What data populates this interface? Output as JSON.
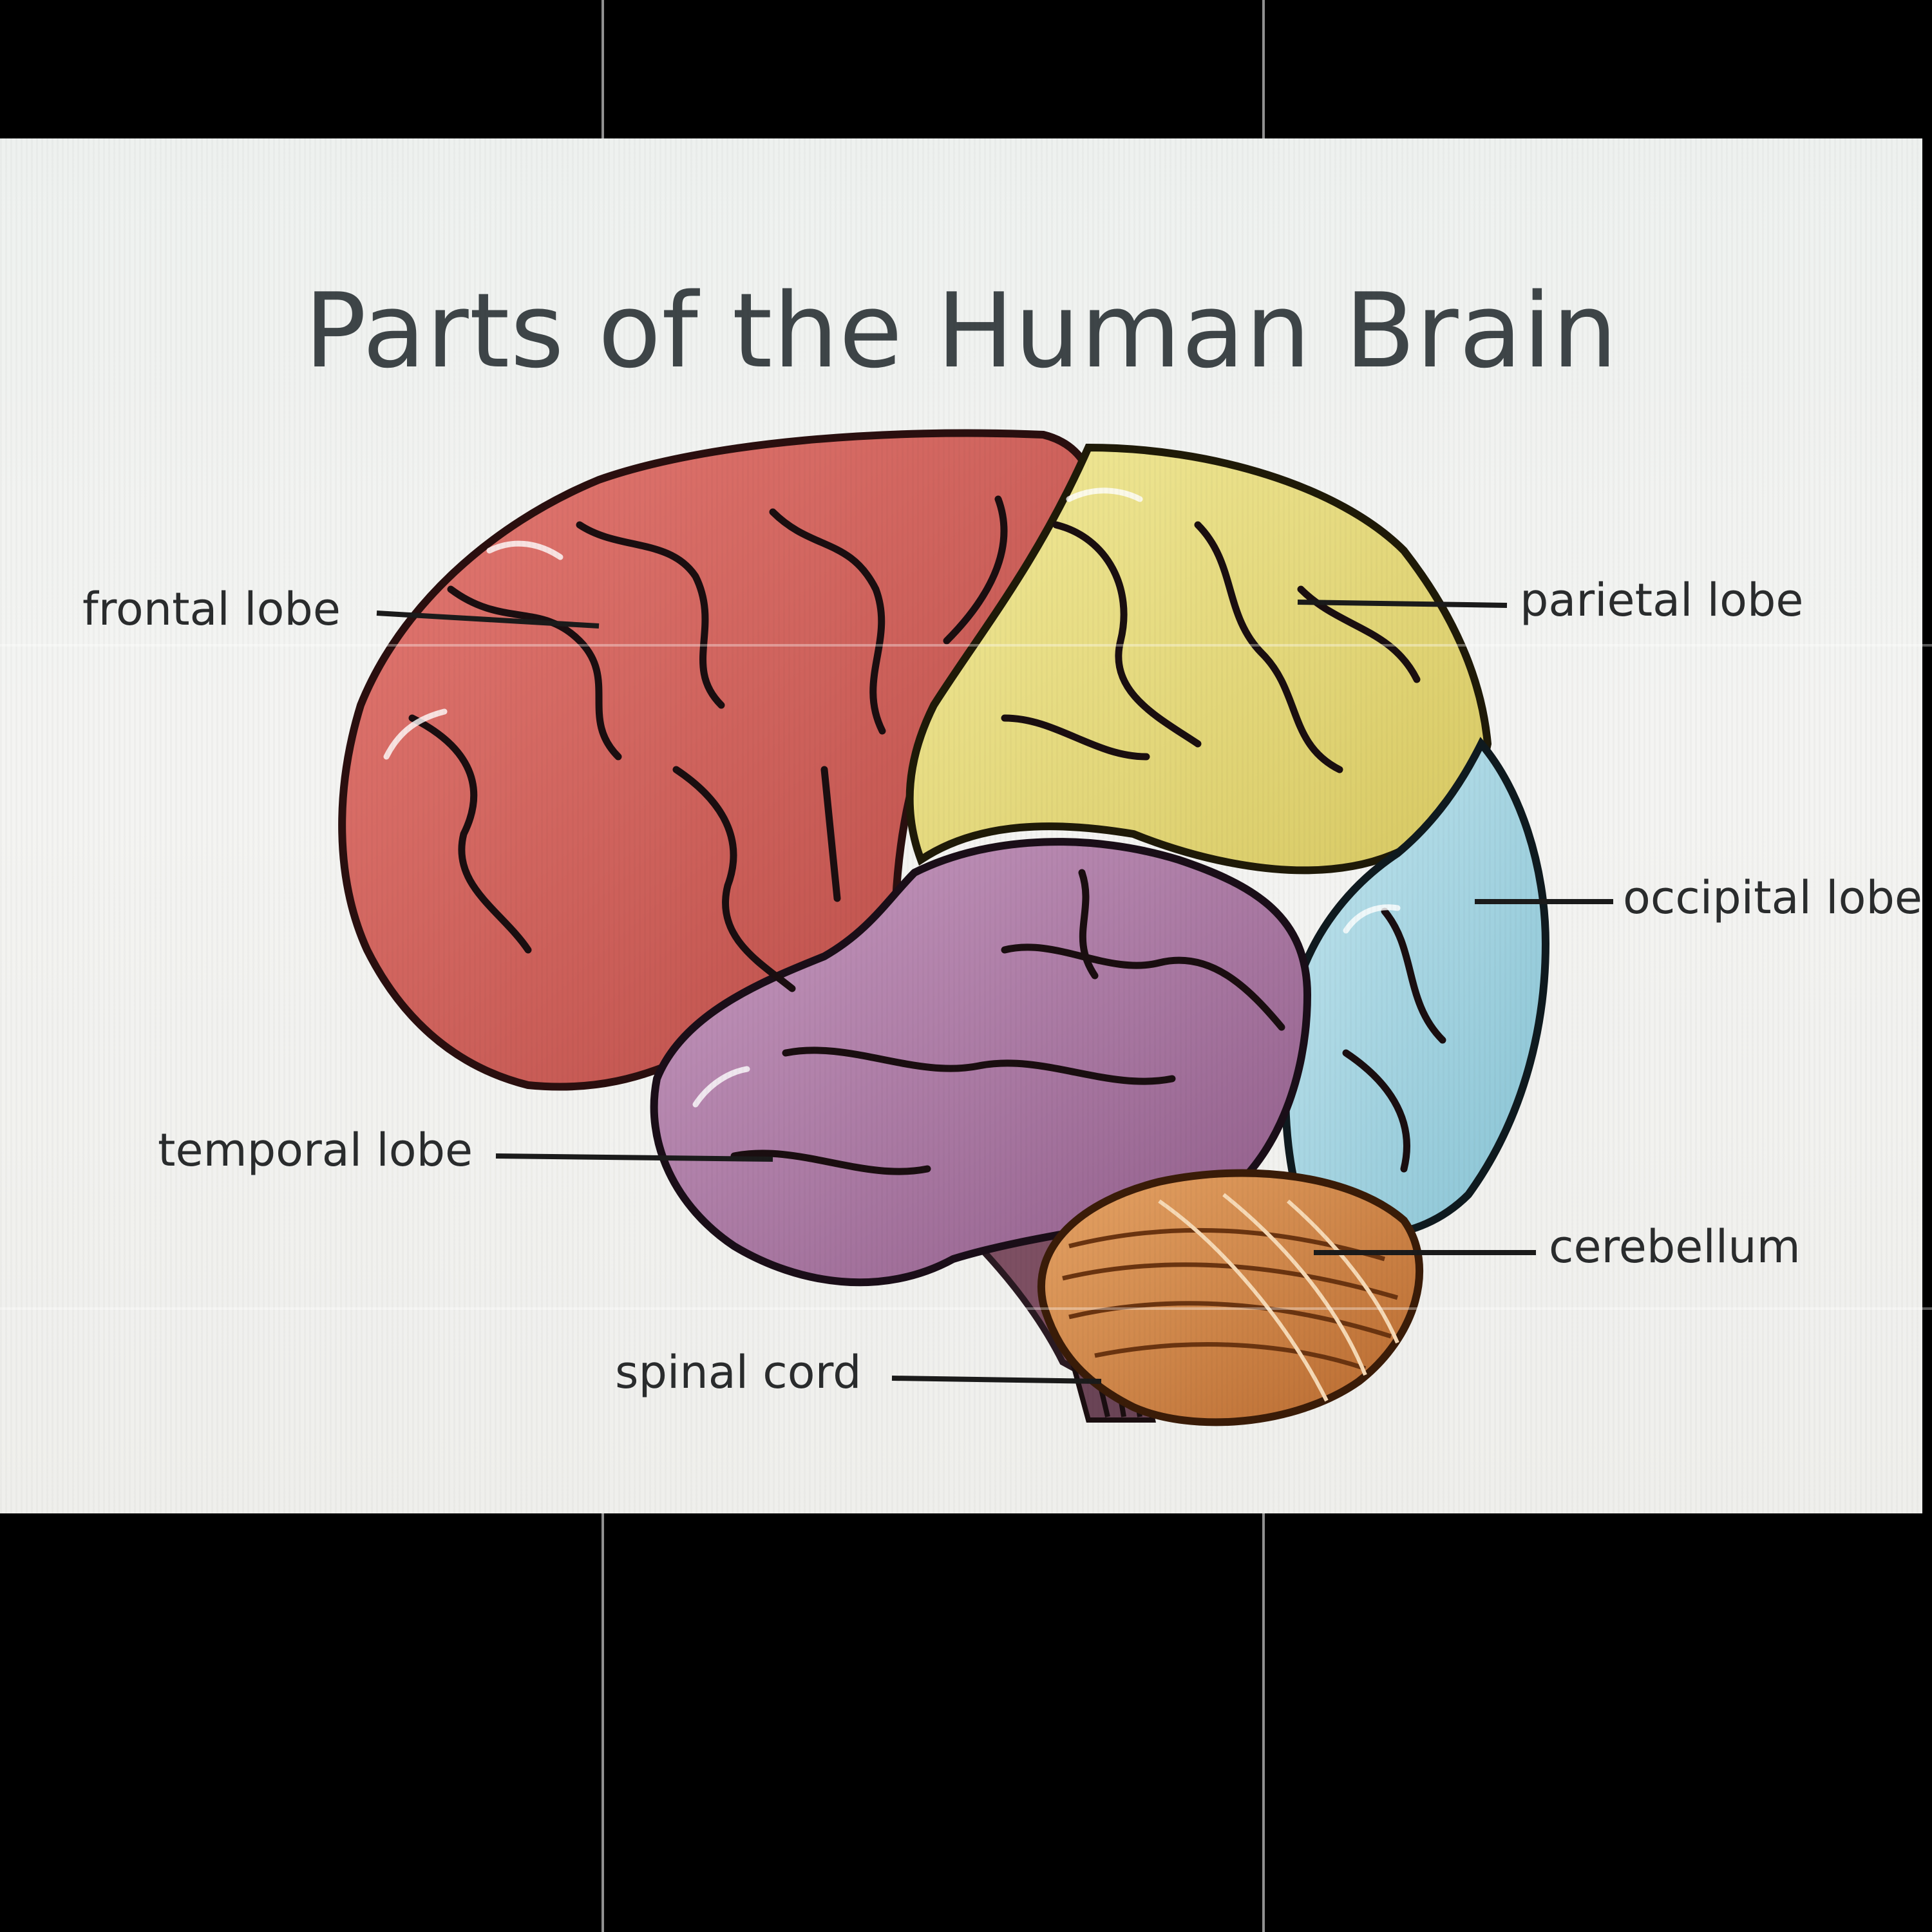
{
  "diagram": {
    "title": "Parts of the Human Brain",
    "labels": {
      "frontal": "frontal lobe",
      "parietal": "parietal lobe",
      "occipital": "occipital lobe",
      "temporal": "temporal lobe",
      "cerebellum": "cerebellum",
      "spinal": "spinal cord"
    }
  },
  "colors": {
    "frontal": "#d9605a",
    "parietal": "#ece27f",
    "occipital": "#a8d7e4",
    "temporal": "#b07aa7",
    "cerebellum": "#d98a44",
    "brainstem": "#7d4f62",
    "sulci": "#1a0e10"
  }
}
